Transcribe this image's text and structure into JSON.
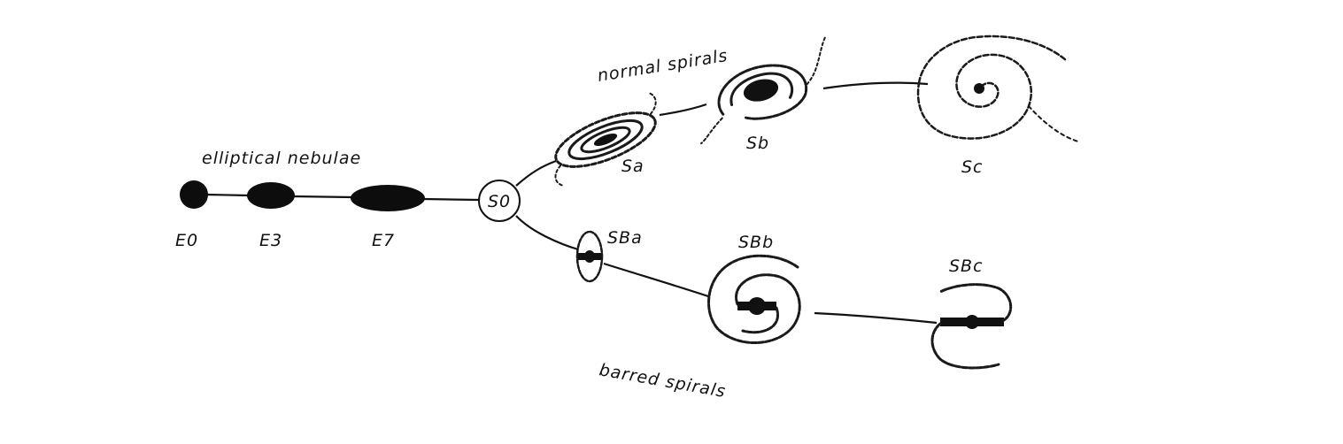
{
  "title": "",
  "groups": {
    "elliptical": "elliptical nebulae",
    "normal": "normal spirals",
    "barred": "barred spirals"
  },
  "elliptical_types": [
    "E0",
    "E3",
    "E7"
  ],
  "lenticular_type": "S0",
  "normal_types": [
    "Sa",
    "Sb",
    "Sc"
  ],
  "barred_types": [
    "SBa",
    "SBb",
    "SBc"
  ],
  "colors": {
    "ink": "#111111",
    "background": "#ffffff"
  }
}
